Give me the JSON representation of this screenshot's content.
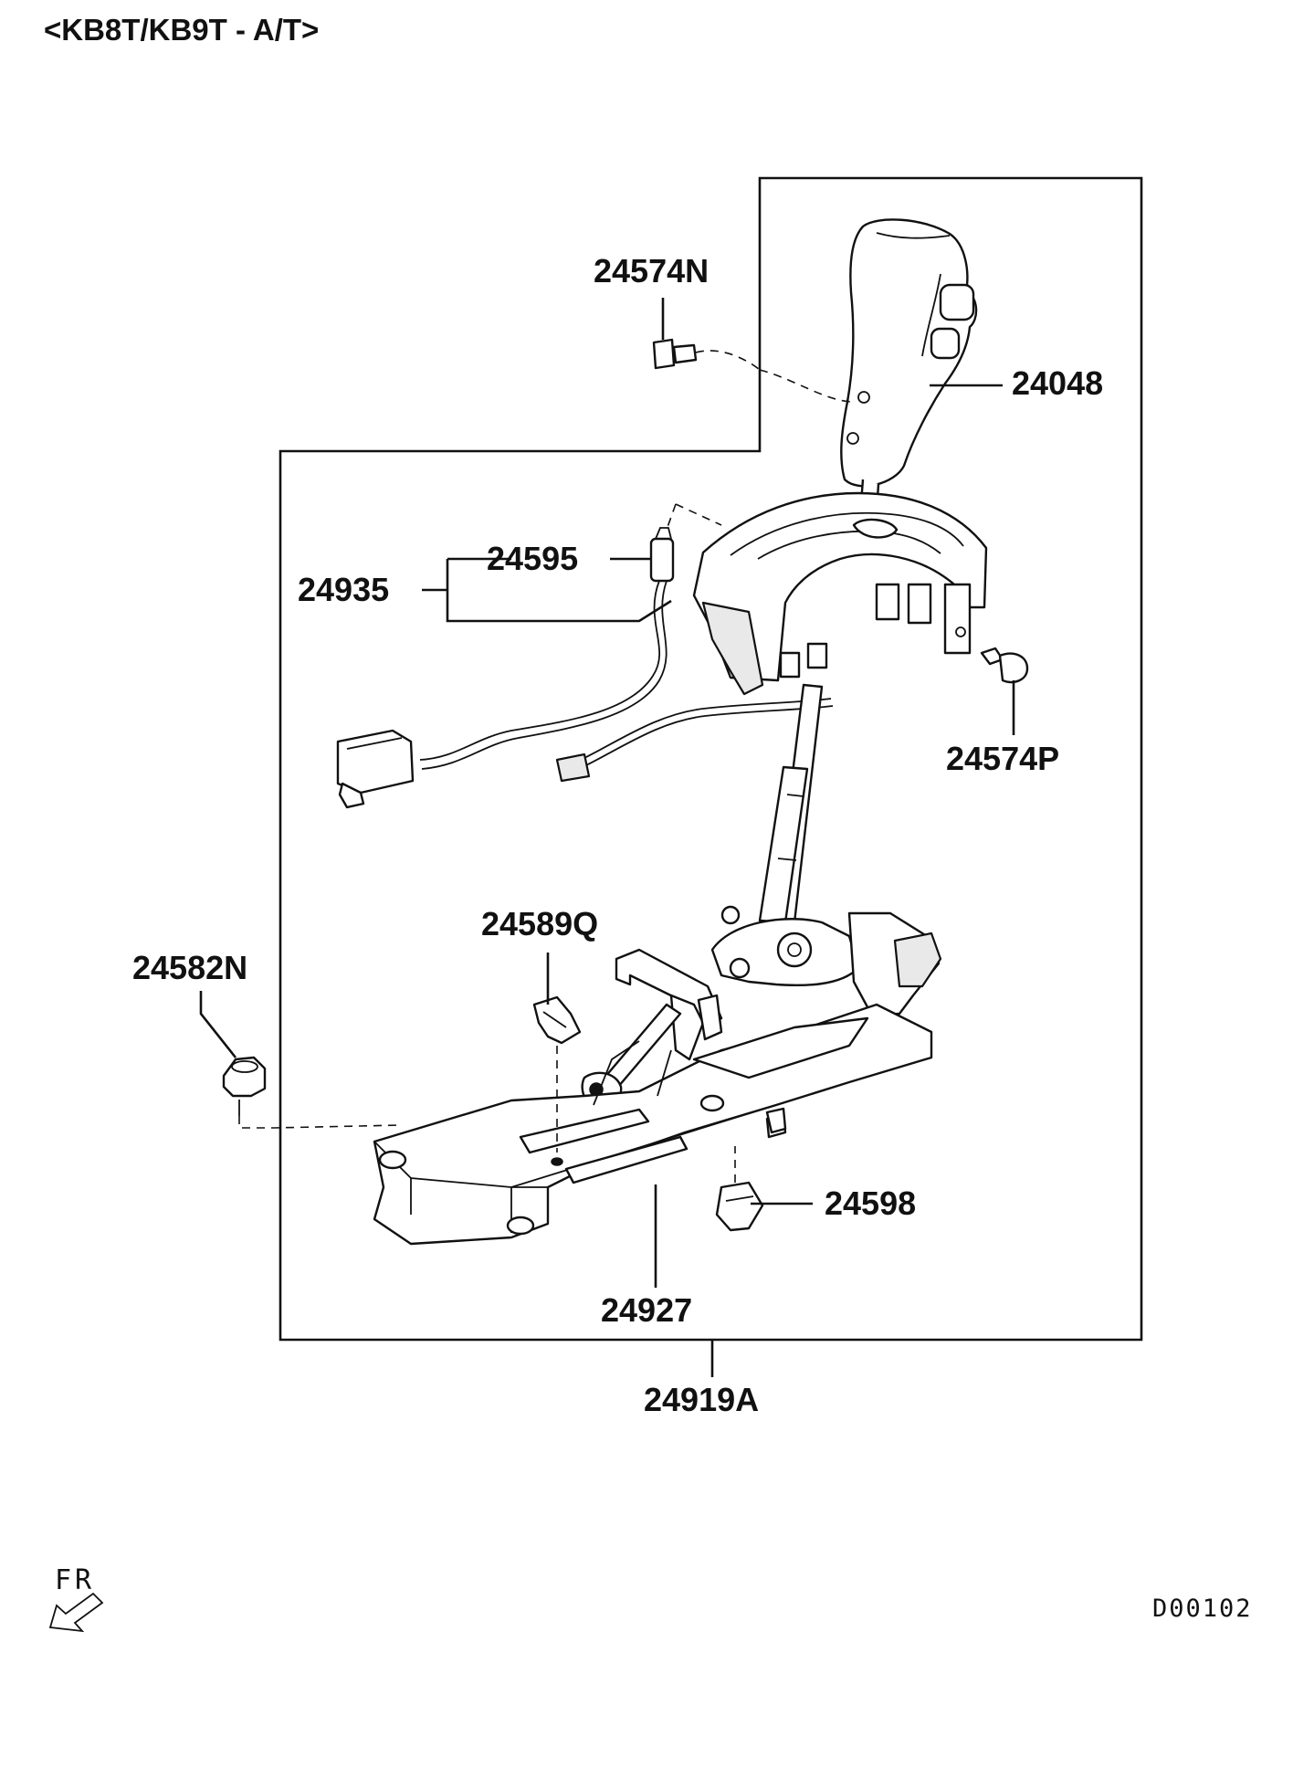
{
  "title": "<KB8T/KB9T - A/T>",
  "diagram_code": "D00102",
  "direction_marker": "FR",
  "direction_icon": "arrow-front-left-icon",
  "parts": {
    "p24574N": "24574N",
    "p24048": "24048",
    "p24595": "24595",
    "p24935": "24935",
    "p24574P": "24574P",
    "p24589Q": "24589Q",
    "p24582N": "24582N",
    "p24598": "24598",
    "p24927": "24927",
    "p24919A": "24919A"
  }
}
